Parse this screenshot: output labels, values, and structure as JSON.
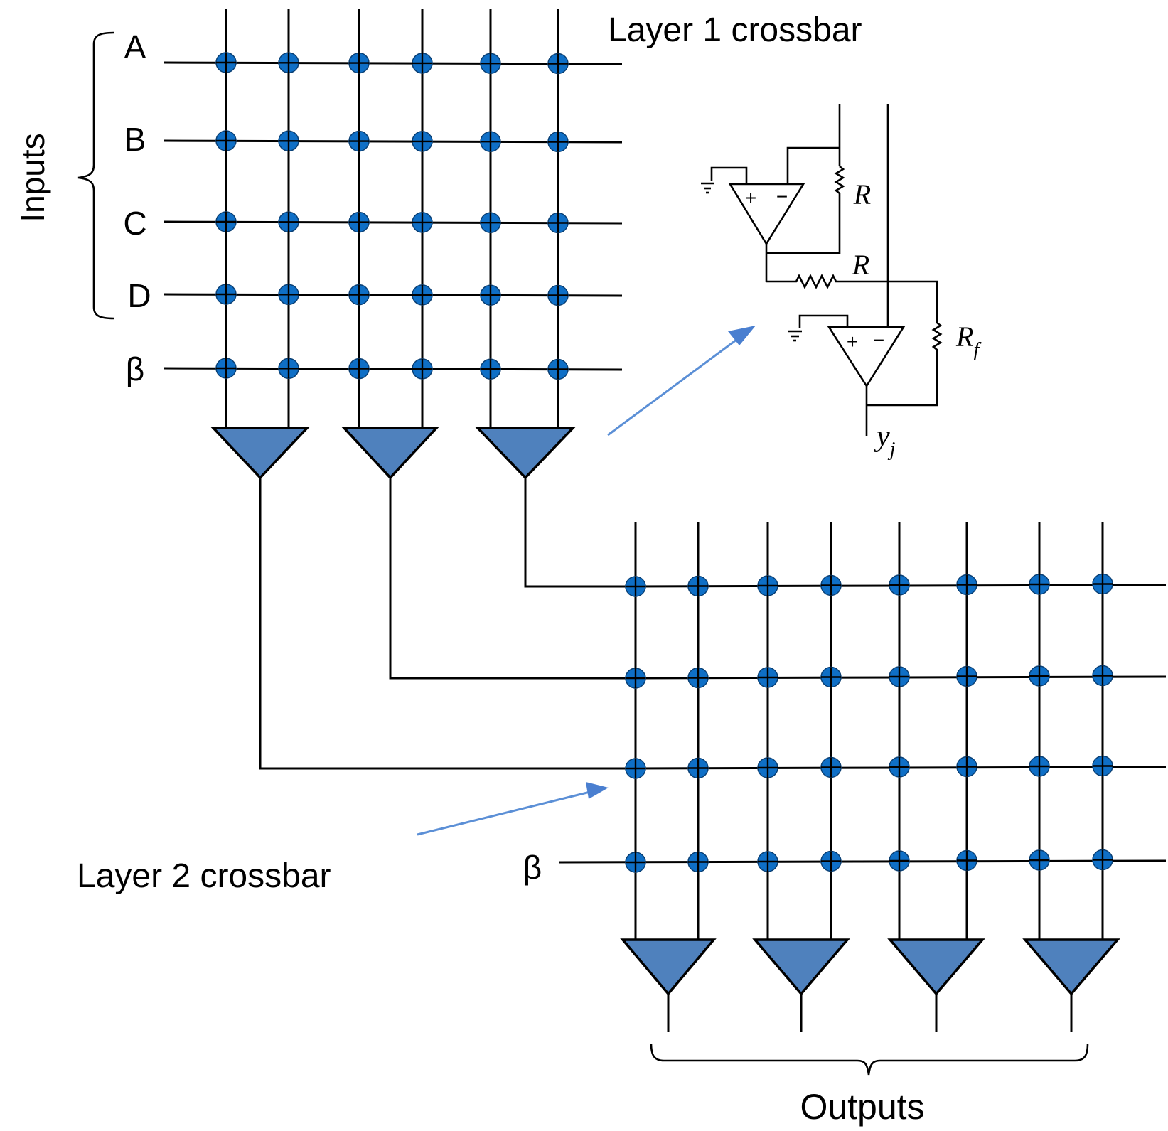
{
  "layer1_title": "Layer 1 crossbar",
  "layer2_title": "Layer 2 crossbar",
  "inputs_label": "Inputs",
  "outputs_label": "Outputs",
  "input_rows": [
    "A",
    "B",
    "C",
    "D",
    "β"
  ],
  "layer2_bias_label": "β",
  "circuit": {
    "resistor_label_1": "R",
    "resistor_label_2": "R",
    "feedback_label": "R",
    "feedback_subscript": "f",
    "output_label": "y",
    "output_subscript": "j",
    "opamp_plus": "+",
    "opamp_minus": "−"
  },
  "colors": {
    "node": "#0f6fc6",
    "amplifier": "#4f81bd",
    "arrow": "#5b8fd6"
  }
}
